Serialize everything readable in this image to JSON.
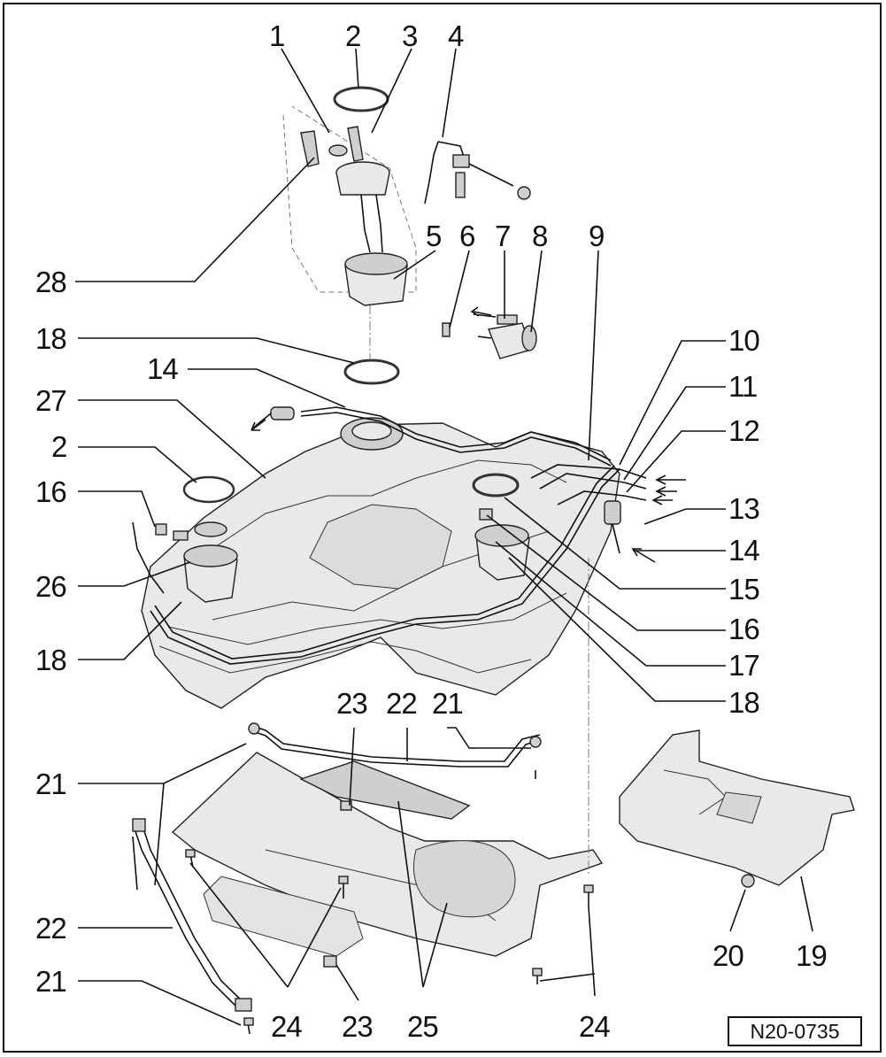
{
  "diagram": {
    "reference": "N20-0735",
    "callouts": [
      "1",
      "2",
      "3",
      "4",
      "5",
      "6",
      "7",
      "8",
      "9",
      "10",
      "11",
      "12",
      "13",
      "14",
      "15",
      "16",
      "17",
      "18",
      "18",
      "14",
      "27",
      "2",
      "16",
      "26",
      "18",
      "28",
      "23",
      "22",
      "21",
      "21",
      "22",
      "21",
      "24",
      "23",
      "25",
      "24",
      "20",
      "19"
    ]
  }
}
